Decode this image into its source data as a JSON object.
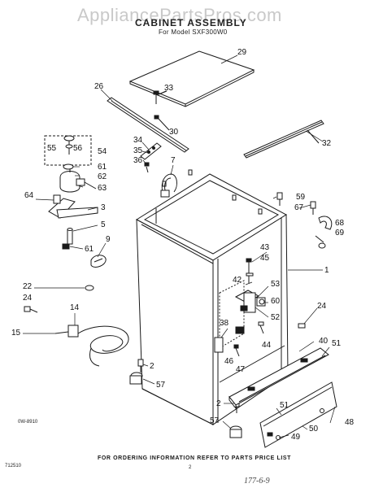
{
  "watermark": "AppliancePartsPros.com",
  "title": "CABINET ASSEMBLY",
  "model": "For Model SXF300W0",
  "footer": "FOR ORDERING INFORMATION REFER TO PARTS PRICE LIST",
  "bottom_left_code": "712510",
  "page_number": "2",
  "drawing_number": "0W-8910",
  "handwritten_note": "177-6-9",
  "callouts": [
    "29",
    "26",
    "33",
    "30",
    "32",
    "34",
    "35",
    "36",
    "7",
    "55",
    "56",
    "54",
    "61",
    "62",
    "63",
    "64",
    "3",
    "5",
    "9",
    "61",
    "59",
    "67",
    "68",
    "69",
    "1",
    "43",
    "45",
    "42",
    "53",
    "60",
    "52",
    "22",
    "24",
    "14",
    "15",
    "38",
    "46",
    "47",
    "44",
    "24",
    "40",
    "51",
    "2",
    "57",
    "2",
    "57",
    "51",
    "48",
    "50",
    "49"
  ]
}
